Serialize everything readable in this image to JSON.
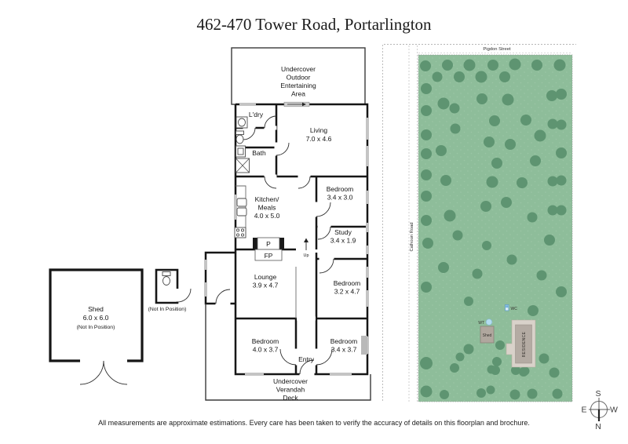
{
  "page": {
    "title": "462-470 Tower Road, Portarlington",
    "disclaimer": "All measurements are approximate estimations. Every care has been taken to verify the accuracy of details on this floorplan and brochure."
  },
  "floorplan": {
    "outdoor_area": [
      "Undercover",
      "Outdoor",
      "Entertaining",
      "Area"
    ],
    "laundry": "L'dry",
    "living": {
      "name": "Living",
      "dim": "7.0 x 4.6"
    },
    "bath": "Bath",
    "kitchen": {
      "line1": "Kitchen/",
      "line2": "Meals",
      "dim": "4.0 x 5.0"
    },
    "bedroom1": {
      "name": "Bedroom",
      "dim": "3.4 x 3.0"
    },
    "study": {
      "name": "Study",
      "dim": "3.4 x 1.9"
    },
    "pantry": "P",
    "fireplace": "FP",
    "stairs": "Up",
    "lounge": {
      "name": "Lounge",
      "dim": "3.9 x 4.7"
    },
    "bedroom2": {
      "name": "Bedroom",
      "dim": "3.2 x 4.7"
    },
    "bedroom3": {
      "name": "Bedroom",
      "dim": "4.0 x 3.7"
    },
    "bedroom4": {
      "name": "Bedroom",
      "dim": "3.4 x 3.7"
    },
    "entry": "Entry",
    "verandah": [
      "Undercover",
      "Verandah",
      "Deck"
    ],
    "shed": {
      "name": "Shed",
      "dim": "6.0 x 6.0",
      "note": "(Not In Position)"
    },
    "wc_outbuilding": {
      "note": "(Not In Position)"
    }
  },
  "sitemap": {
    "street_top": "Pigdon Street",
    "road_left": "Calhoun Road",
    "residence_label": "RESIDENCE",
    "shed_label": "Shed",
    "wt_label": "WT",
    "wc_label": "WC",
    "colors": {
      "grass": "#8ebd9a",
      "grass_dot": "#9bc5a5",
      "tree": "#5e9471",
      "residence_outer": "#d9d2ca",
      "residence_inner": "#b4aba3",
      "shed": "#b0a79e",
      "water_tank": "#b4ddf0",
      "wc_marker": "#6fb0d8"
    },
    "trees": [
      [
        542,
        84,
        7
      ],
      [
        570,
        83,
        7
      ],
      [
        598,
        83,
        7.5
      ],
      [
        628,
        83,
        7
      ],
      [
        656,
        82,
        7.5
      ],
      [
        684,
        83,
        7
      ],
      [
        713,
        83,
        7.5
      ],
      [
        557,
        98,
        6.5
      ],
      [
        585,
        98,
        7
      ],
      [
        613,
        98,
        7.5
      ],
      [
        643,
        98,
        7
      ],
      [
        543,
        113,
        7
      ],
      [
        703,
        122,
        7
      ],
      [
        715,
        120,
        7
      ],
      [
        565,
        132,
        7.5
      ],
      [
        614,
        126,
        7
      ],
      [
        647,
        127,
        7.5
      ],
      [
        579,
        138,
        6.5
      ],
      [
        543,
        141,
        7
      ],
      [
        630,
        154,
        7
      ],
      [
        670,
        153,
        7
      ],
      [
        704,
        158,
        6.5
      ],
      [
        715,
        159,
        6.5
      ],
      [
        580,
        164,
        6.5
      ],
      [
        543,
        172,
        7
      ],
      [
        623,
        181,
        7
      ],
      [
        650,
        184,
        7
      ],
      [
        688,
        173,
        7.5
      ],
      [
        715,
        195,
        7
      ],
      [
        562,
        192,
        7
      ],
      [
        543,
        196,
        7
      ],
      [
        633,
        208,
        7
      ],
      [
        682,
        205,
        7
      ],
      [
        543,
        223,
        7
      ],
      [
        568,
        230,
        7
      ],
      [
        627,
        232,
        7.5
      ],
      [
        665,
        233,
        7
      ],
      [
        704,
        231,
        6.5
      ],
      [
        715,
        230,
        6.5
      ],
      [
        543,
        250,
        7
      ],
      [
        619,
        263,
        7
      ],
      [
        645,
        258,
        7
      ],
      [
        573,
        275,
        7.5
      ],
      [
        543,
        281,
        7
      ],
      [
        678,
        277,
        6.5
      ],
      [
        704,
        268,
        6.5
      ],
      [
        715,
        268,
        6.5
      ],
      [
        545,
        310,
        7
      ],
      [
        583,
        300,
        6.5
      ],
      [
        620,
        313,
        6
      ],
      [
        565,
        341,
        7
      ],
      [
        543,
        366,
        7
      ],
      [
        608,
        349,
        6.5
      ],
      [
        652,
        331,
        6.5
      ],
      [
        700,
        306,
        7
      ],
      [
        690,
        351,
        6.5
      ],
      [
        715,
        372,
        7
      ],
      [
        597,
        384,
        6
      ],
      [
        679,
        396,
        7
      ],
      [
        597,
        445,
        6.5
      ],
      [
        637,
        440,
        6
      ],
      [
        633,
        461,
        6
      ],
      [
        693,
        457,
        6.5
      ],
      [
        626,
        471,
        5.5
      ],
      [
        667,
        474,
        6
      ],
      [
        543,
        463,
        8
      ],
      [
        579,
        469,
        6
      ],
      [
        586,
        455,
        5.5
      ],
      [
        631,
        472,
        6
      ],
      [
        657,
        472,
        6
      ],
      [
        669,
        473,
        5.5
      ],
      [
        706,
        475,
        6.5
      ],
      [
        543,
        499,
        7.5
      ],
      [
        566,
        503,
        6
      ],
      [
        613,
        501,
        6
      ],
      [
        625,
        497,
        5.5
      ],
      [
        656,
        503,
        6.5
      ],
      [
        678,
        502,
        6.5
      ],
      [
        710,
        502,
        6.5
      ]
    ]
  },
  "compass": {
    "n": "N",
    "s": "S",
    "e": "E",
    "w": "W"
  }
}
